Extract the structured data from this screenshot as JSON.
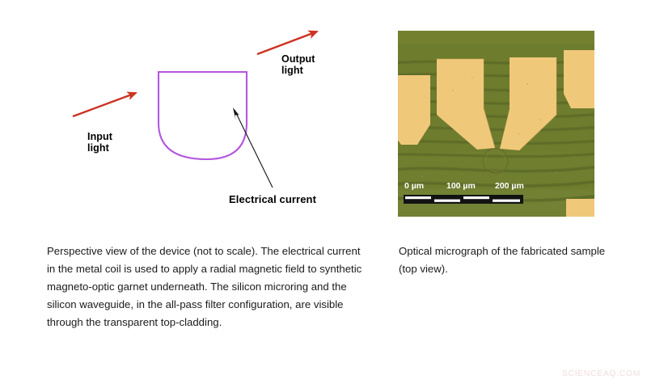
{
  "figure": {
    "background_color": "#ffffff",
    "watermark": "SCIENCEAQ.COM"
  },
  "diagram": {
    "device_outline_color": "#b457e0",
    "arrow_color": "#cc3322",
    "pointer_color": "#1a1a1a",
    "labels": {
      "input_light": "Input\nlight",
      "output_light": "Output\nlight",
      "electrical_current": "Electrical current"
    }
  },
  "captions": {
    "left": "Perspective view of the device (not to scale). The electrical current in the metal coil is used to apply a radial magnetic field to synthetic magneto-optic garnet underneath. The silicon microring and the silicon waveguide, in the all-pass filter configuration, are visible through the transparent top-cladding.",
    "right": "Optical micrograph of the fabricated sample (top view)."
  },
  "micrograph": {
    "background_color": "#6e7c2e",
    "pad_color": "#f0c87a",
    "waveguide_color": "#5e6b28",
    "ring_color": "#7a7a34",
    "scale_bar": {
      "ticks": [
        "0 µm",
        "100 µm",
        "200 µm"
      ],
      "tick_label_color": "#ffffff",
      "segment_dark": "#121212",
      "segment_light": "#ffffff"
    }
  }
}
